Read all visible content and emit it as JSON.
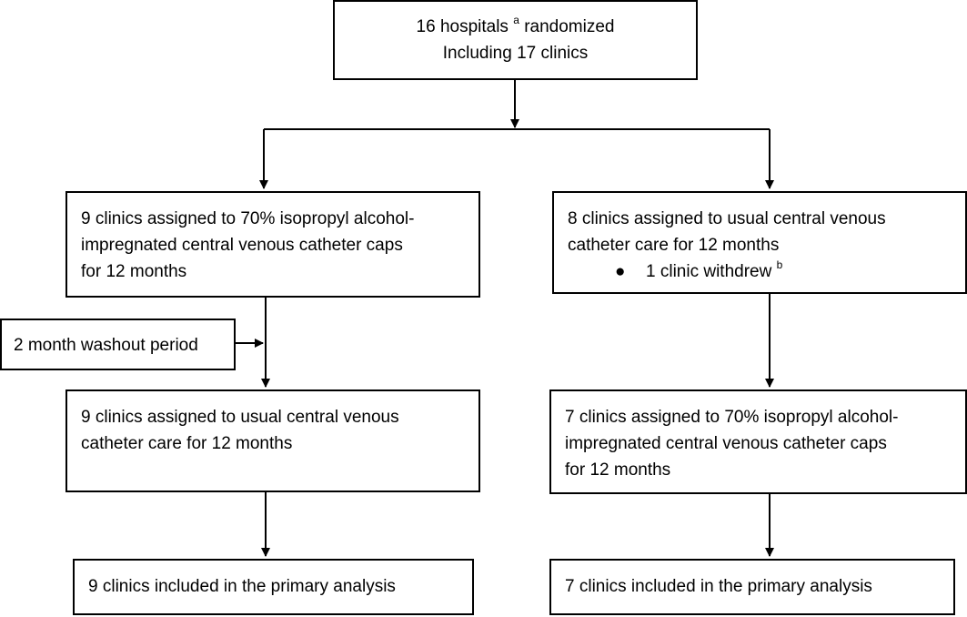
{
  "boxes": {
    "top": {
      "line1_pre": "16 hospitals",
      "line1_sup": "a",
      "line1_post": "randomized",
      "line2": "Including 17 clinics"
    },
    "left1": {
      "lines": [
        "9 clinics assigned to 70% isopropyl alcohol-",
        "impregnated central venous catheter caps",
        "for 12 months"
      ]
    },
    "right1": {
      "lines": [
        "8 clinics assigned to usual central venous",
        "catheter care for 12 months"
      ],
      "bullet": "1 clinic withdrew",
      "bullet_sup": "b"
    },
    "washout": {
      "label": "2 month washout period"
    },
    "left2": {
      "lines": [
        "9 clinics assigned to usual central venous",
        "catheter care for 12 months"
      ]
    },
    "right2": {
      "lines": [
        "7 clinics assigned to 70% isopropyl alcohol-",
        "impregnated central venous catheter caps",
        "for 12 months"
      ]
    },
    "left3": {
      "label": "9 clinics included in the primary analysis"
    },
    "right3": {
      "label": "7 clinics included in the primary analysis"
    }
  }
}
